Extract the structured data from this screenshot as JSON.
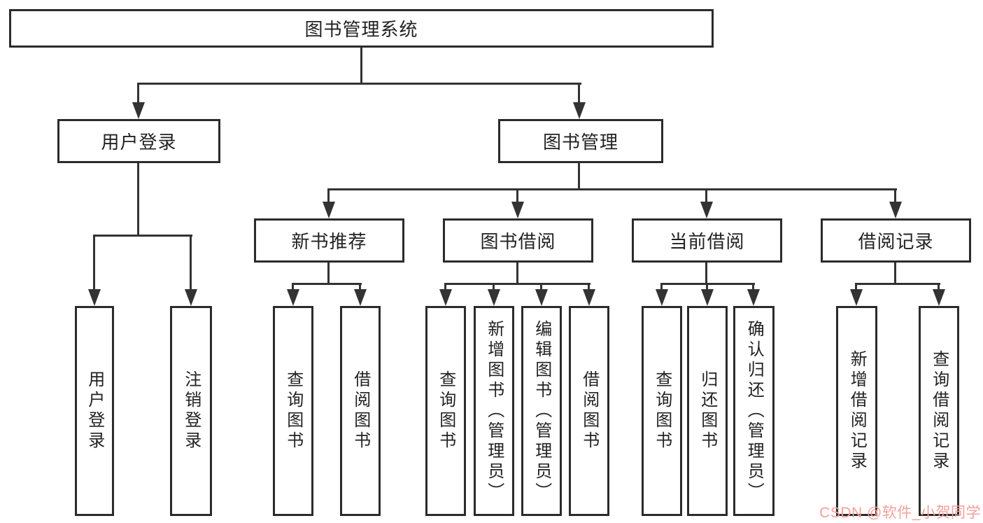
{
  "diagram_type": "hierarchy-tree",
  "tree": {
    "label": "图书管理系统",
    "children": [
      {
        "label": "用户登录",
        "children": [
          {
            "label": "用户登录"
          },
          {
            "label": "注销登录"
          }
        ]
      },
      {
        "label": "图书管理",
        "children": [
          {
            "label": "新书推荐",
            "children": [
              {
                "label": "查询图书"
              },
              {
                "label": "借阅图书"
              }
            ]
          },
          {
            "label": "图书借阅",
            "children": [
              {
                "label": "查询图书"
              },
              {
                "label": "新增图书（管理员）"
              },
              {
                "label": "编辑图书（管理员）"
              },
              {
                "label": "借阅图书"
              }
            ]
          },
          {
            "label": "当前借阅",
            "children": [
              {
                "label": "查询图书"
              },
              {
                "label": "归还图书"
              },
              {
                "label": "确认归还（管理员）"
              }
            ]
          },
          {
            "label": "借阅记录",
            "children": [
              {
                "label": "新增借阅记录"
              },
              {
                "label": "查询借阅记录"
              }
            ]
          }
        ]
      }
    ]
  },
  "watermark": {
    "text": "CSDN @软件_小贺同学",
    "color": "#f59f9a"
  },
  "colors": {
    "line": "#333333",
    "box_border": "#2b2b2b",
    "text": "#222222",
    "background": "#ffffff"
  }
}
